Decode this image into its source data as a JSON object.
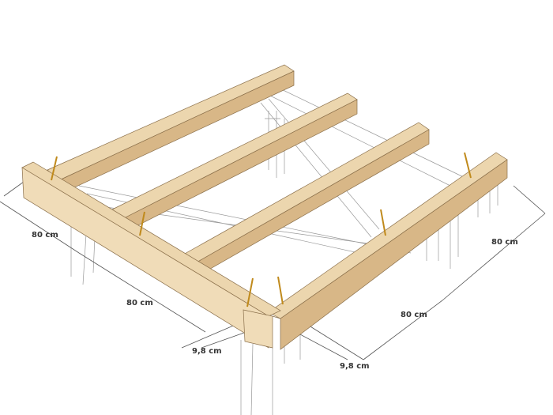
{
  "dimensions": {
    "left_outer": "80 cm",
    "left_inner": "80 cm",
    "left_thickness": "9,8 cm",
    "right_thickness": "9,8 cm",
    "right_inner": "80 cm",
    "right_outer": "80 cm"
  }
}
